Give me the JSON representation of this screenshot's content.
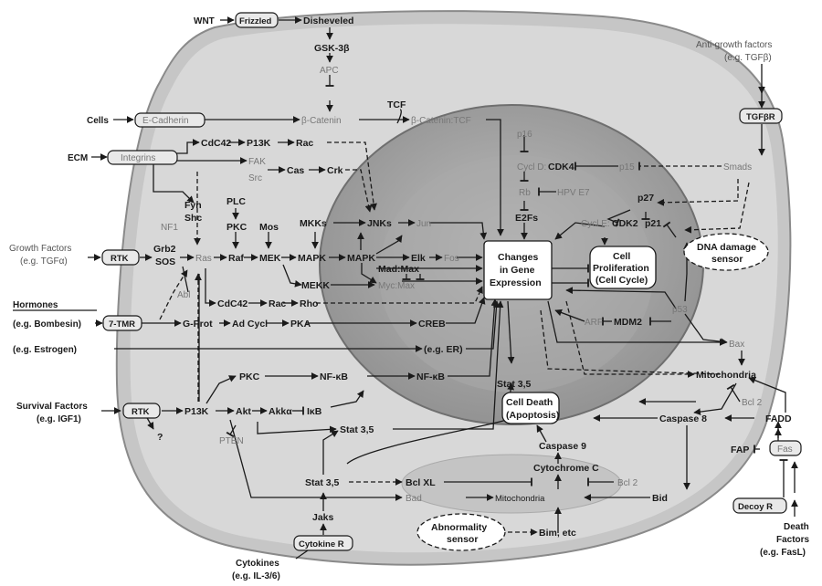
{
  "external": {
    "wnt": "WNT",
    "cells": "Cells",
    "ecm": "ECM",
    "growth_factors": "Growth Factors",
    "growth_factors_eg": "(e.g. TGFα)",
    "hormones": "Hormones",
    "hormones_eg": "(e.g. Bombesin)",
    "estrogen_eg": "(e.g. Estrogen)",
    "survival_factors": "Survival Factors",
    "survival_eg": "(e.g. IGF1)",
    "cytokines": "Cytokines",
    "cytokines_eg": "(e.g. IL-3/6)",
    "death_factors": "Death",
    "death_factors2": "Factors",
    "death_eg": "(e.g. FasL)",
    "anti_growth": "Anti-growth factors",
    "anti_growth_eg": "(e.g. TGFβ)"
  },
  "receptors": {
    "frizzled": "Frizzled",
    "ecadherin": "E-Cadherin",
    "integrins": "Integrins",
    "rtk1": "RTK",
    "seven_tmr": "7-TMR",
    "rtk2": "RTK",
    "cytokine_r": "Cytokine R",
    "tgfbr": "TGFβR",
    "fas": "Fas",
    "decoy_r": "Decoy R"
  },
  "nodes": {
    "disheveled": "Disheveled",
    "gsk3b": "GSK-3β",
    "apc": "APC",
    "bcatenin": "β-Catenin",
    "tcf": "TCF",
    "bcatenin_tcf": "β-Catenin:TCF",
    "cdc42_top": "CdC42",
    "p13k_top": "P13K",
    "rac_top": "Rac",
    "fak": "FAK",
    "src": "Src",
    "cas": "Cas",
    "crk": "Crk",
    "fyn": "Fyn",
    "shc": "Shc",
    "nf1": "NF1",
    "grb2": "Grb2",
    "sos": "SOS",
    "ras": "Ras",
    "plc": "PLC",
    "pkc1": "PKC",
    "raf": "Raf",
    "mos": "Mos",
    "mek": "MEK",
    "mkks": "MKKs",
    "mapk1": "MAPK",
    "jnks": "JNKs",
    "jun": "Jun",
    "mapk2": "MAPK",
    "elk": "Elk",
    "fos": "Fos",
    "mad_max": "Mad:Max",
    "myc_max": "Myc:Max",
    "mekk": "MEKK",
    "abl": "Abl",
    "cdc42_mid": "CdC42",
    "rac_mid": "Rac",
    "rho": "Rho",
    "gprot": "G-Prot",
    "adcycl": "Ad Cycl",
    "pka": "PKA",
    "creb": "CREB",
    "er": "(e.g. ER)",
    "pkc2": "PKC",
    "nfkb1": "NF-κB",
    "nfkb2": "NF-κB",
    "p13k_bottom": "P13K",
    "akt": "Akt",
    "akka": "Akkα",
    "ikb": "IκB",
    "question": "?",
    "pten": "PTEN",
    "stat35_a": "Stat 3,5",
    "stat35_b": "Stat 3,5",
    "stat35_c": "Stat 3,5",
    "jaks": "Jaks",
    "bclxl": "Bcl XL",
    "bad": "Bad",
    "mitochondria_low": "Mitochondria",
    "bim": "Bim, etc",
    "bid": "Bid",
    "cytochrome": "Cytochrome C",
    "caspase9": "Caspase 9",
    "caspase8": "Caspase 8",
    "bcl2_a": "Bcl 2",
    "bcl2_b": "Bcl 2",
    "fadd": "FADD",
    "fap": "FAP",
    "mitochondria": "Mitochondria",
    "bax": "Bax",
    "p53": "p53",
    "mdm2": "MDM2",
    "arf": "ARF",
    "p21": "p21",
    "p27": "p27",
    "cycle_cdk2_a": "Cycl E:",
    "cycle_cdk2_b": "CDK2",
    "cycd_a": "Cycl D:",
    "cycd_b": "CDK4",
    "p15": "p15",
    "p16": "p16",
    "rb": "Rb",
    "hpv": "HPV E7",
    "e2fs": "E2Fs",
    "smads": "Smads"
  },
  "boxes": {
    "gene_expr_1": "Changes",
    "gene_expr_2": "in Gene",
    "gene_expr_3": "Expression",
    "prolif_1": "Cell",
    "prolif_2": "Proliferation",
    "prolif_3": "(Cell Cycle)",
    "death_1": "Cell Death",
    "death_2": "(Apoptosis)",
    "dna_1": "DNA damage",
    "dna_2": "sensor",
    "abn_1": "Abnormality",
    "abn_2": "sensor"
  },
  "colors": {
    "cell_outer": "#c9c9c9",
    "cytoplasm": "#d9d9d9",
    "nucleus": "#9c9c9c",
    "nucleus_inner": "#b3b3b3",
    "line": "#1a1a1a"
  }
}
